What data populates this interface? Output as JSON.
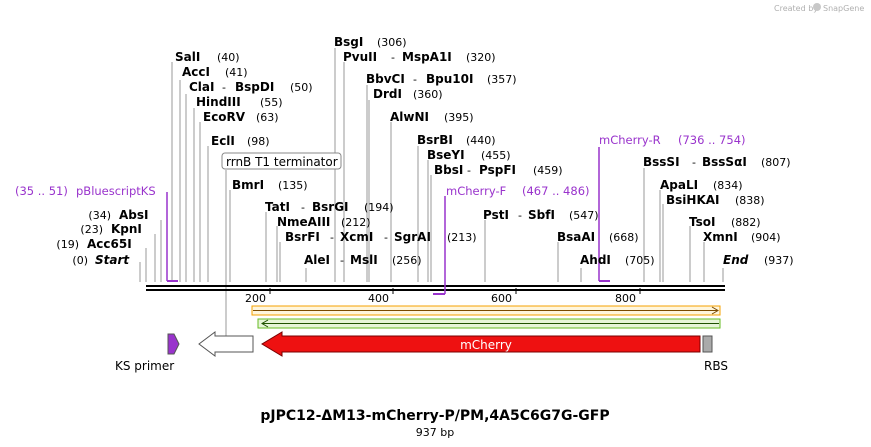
{
  "credit": {
    "prefix": "Created by",
    "brand": "SnapGene"
  },
  "plasmid": {
    "name": "pJPC12-ΔM13-mCherry-P/PM,4A5C6G7G-GFP",
    "length": "937 bp"
  },
  "terminator_label": "rrnB T1 terminator",
  "primers": {
    "bluescript": {
      "range": "(35 .. 51)",
      "name": "pBluescriptKS"
    },
    "mcherry_f": {
      "name": "mCherry-F",
      "range": "(467 .. 486)"
    },
    "mcherry_r": {
      "name": "mCherry-R",
      "range": "(736 .. 754)"
    }
  },
  "sites": {
    "sali": {
      "name": "SalI",
      "pos": "(40)"
    },
    "acci": {
      "name": "AccI",
      "pos": "(41)"
    },
    "clai": {
      "name": "ClaI",
      "sep": "-",
      "name2": "BspDI",
      "pos": "(50)"
    },
    "hindiii": {
      "name": "HindIII",
      "pos": "(55)"
    },
    "ecorv": {
      "name": "EcoRV",
      "pos": "(63)"
    },
    "ecli": {
      "name": "EclI",
      "pos": "(98)"
    },
    "bmri": {
      "name": "BmrI",
      "pos": "(135)"
    },
    "bsgi": {
      "name": "BsgI",
      "pos": "(306)"
    },
    "pvuii": {
      "name": "PvuII",
      "sep": "-",
      "name2": "MspA1I",
      "pos": "(320)"
    },
    "bbvci": {
      "name": "BbvCI",
      "sep": "-",
      "name2": "Bpu10I",
      "pos": "(357)"
    },
    "drdi": {
      "name": "DrdI",
      "pos": "(360)"
    },
    "alwni": {
      "name": "AlwNI",
      "pos": "(395)"
    },
    "bsrbi": {
      "name": "BsrBI",
      "pos": "(440)"
    },
    "bseyi": {
      "name": "BseYI",
      "pos": "(455)"
    },
    "bbsi": {
      "name": "BbsI",
      "sep": "-",
      "name2": "PspFI",
      "pos": "(459)"
    },
    "tati": {
      "name": "TatI",
      "sep": "-",
      "name2": "BsrGI",
      "pos": "(194)"
    },
    "nmeaiii": {
      "name": "NmeAIII",
      "pos": "(212)"
    },
    "bsrfi": {
      "name": "BsrFI",
      "sep": "-",
      "name2": "XcmI",
      "sep2": "-",
      "name3": "SgrAI",
      "pos": "(213)"
    },
    "alei": {
      "name": "AleI",
      "sep": "-",
      "name2": "MslI",
      "pos": "(256)"
    },
    "psti": {
      "name": "PstI",
      "sep": "-",
      "name2": "SbfI",
      "pos": "(547)"
    },
    "bsaai": {
      "name": "BsaAI",
      "pos": "(668)"
    },
    "ahdi": {
      "name": "AhdI",
      "pos": "(705)"
    },
    "bsssi": {
      "name": "BssSI",
      "sep": "-",
      "name2": "BssSαI",
      "pos": "(807)"
    },
    "apali": {
      "name": "ApaLI",
      "pos": "(834)"
    },
    "bsihkai": {
      "name": "BsiHKAI",
      "pos": "(838)"
    },
    "tsoi": {
      "name": "TsoI",
      "pos": "(882)"
    },
    "xmni": {
      "name": "XmnI",
      "pos": "(904)"
    },
    "end": {
      "name": "End",
      "pos": "(937)"
    },
    "absi": {
      "name": "AbsI",
      "pos": "(34)"
    },
    "kpni": {
      "name": "KpnI",
      "pos": "(23)"
    },
    "acc65i": {
      "name": "Acc65I",
      "pos": "(19)"
    },
    "start": {
      "name": "Start",
      "pos": "(0)"
    }
  },
  "ruler": {
    "ticks": [
      "200",
      "400",
      "600",
      "800"
    ]
  },
  "features": {
    "ks_primer": "KS primer",
    "mcherry": "mCherry",
    "rbs": "RBS"
  },
  "colors": {
    "purple": "#9933cc",
    "mcherry_fill": "#ee1111",
    "orange_arrow": "#f4a000",
    "green_arrow": "#66bb22",
    "rbs_fill": "#aaaaaa"
  }
}
